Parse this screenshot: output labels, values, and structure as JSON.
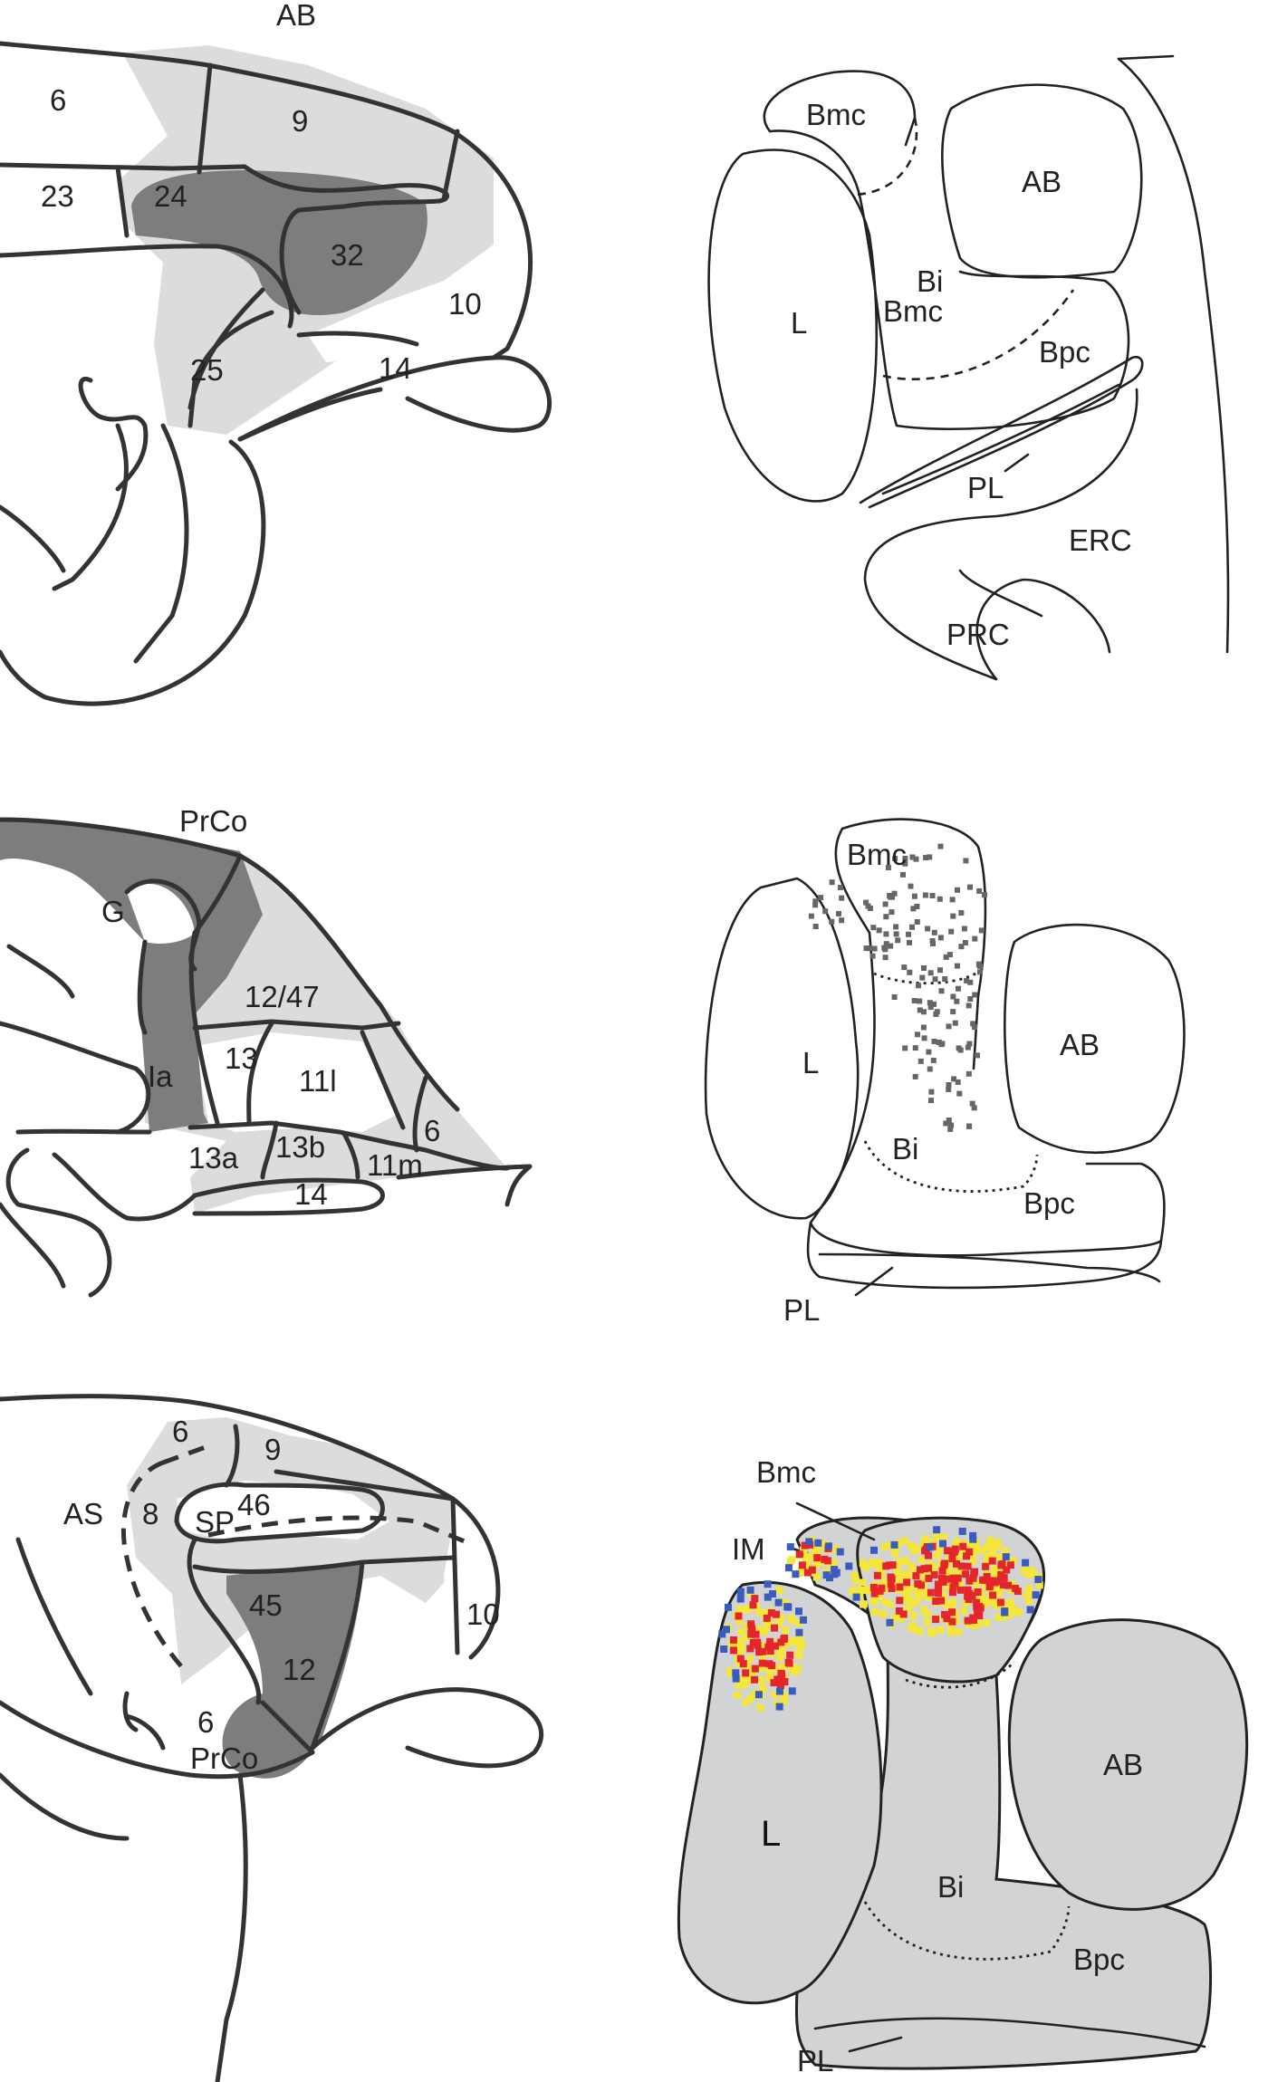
{
  "colors": {
    "light_gray": "#dcdcdc",
    "dark_gray": "#7d7d7d",
    "fill_gray": "#d1d3d4",
    "stipple": "#666666",
    "yellow": "#f5e63a",
    "red": "#e4262c",
    "blue": "#3a5bc0"
  },
  "panel_a": {
    "top_label": "AB",
    "areas": {
      "a6": "6",
      "a9": "9",
      "a23": "23",
      "a24": "24",
      "a32": "32",
      "a10": "10",
      "a25": "25",
      "a14": "14"
    }
  },
  "panel_b": {
    "labels": {
      "bmc_top": "Bmc",
      "ab": "AB",
      "bi": "Bi",
      "bmc_mid": "Bmc",
      "l": "L",
      "bpc": "Bpc",
      "pl": "PL",
      "erc": "ERC",
      "prc": "PRC"
    }
  },
  "panel_c": {
    "areas": {
      "prco": "PrCo",
      "g": "G",
      "a1247": "12/47",
      "ia": "Ia",
      "a13": "13",
      "a11l": "11l",
      "a6": "6",
      "a13a": "13a",
      "a13b": "13b",
      "a11m": "11m",
      "a14": "14"
    }
  },
  "panel_d": {
    "labels": {
      "bmc": "Bmc",
      "l": "L",
      "ab": "AB",
      "bi": "Bi",
      "bpc": "Bpc",
      "pl": "PL"
    }
  },
  "panel_e": {
    "areas": {
      "a6_top": "6",
      "a9": "9",
      "as": "AS",
      "a8": "8",
      "sp": "SP",
      "a46": "46",
      "a45": "45",
      "a10": "10",
      "a12": "12",
      "a6_bottom": "6",
      "prco": "PrCo"
    }
  },
  "panel_f": {
    "labels": {
      "bmc": "Bmc",
      "im": "IM",
      "l": "L",
      "ab": "AB",
      "bi": "Bi",
      "bpc": "Bpc",
      "pl": "PL"
    }
  }
}
